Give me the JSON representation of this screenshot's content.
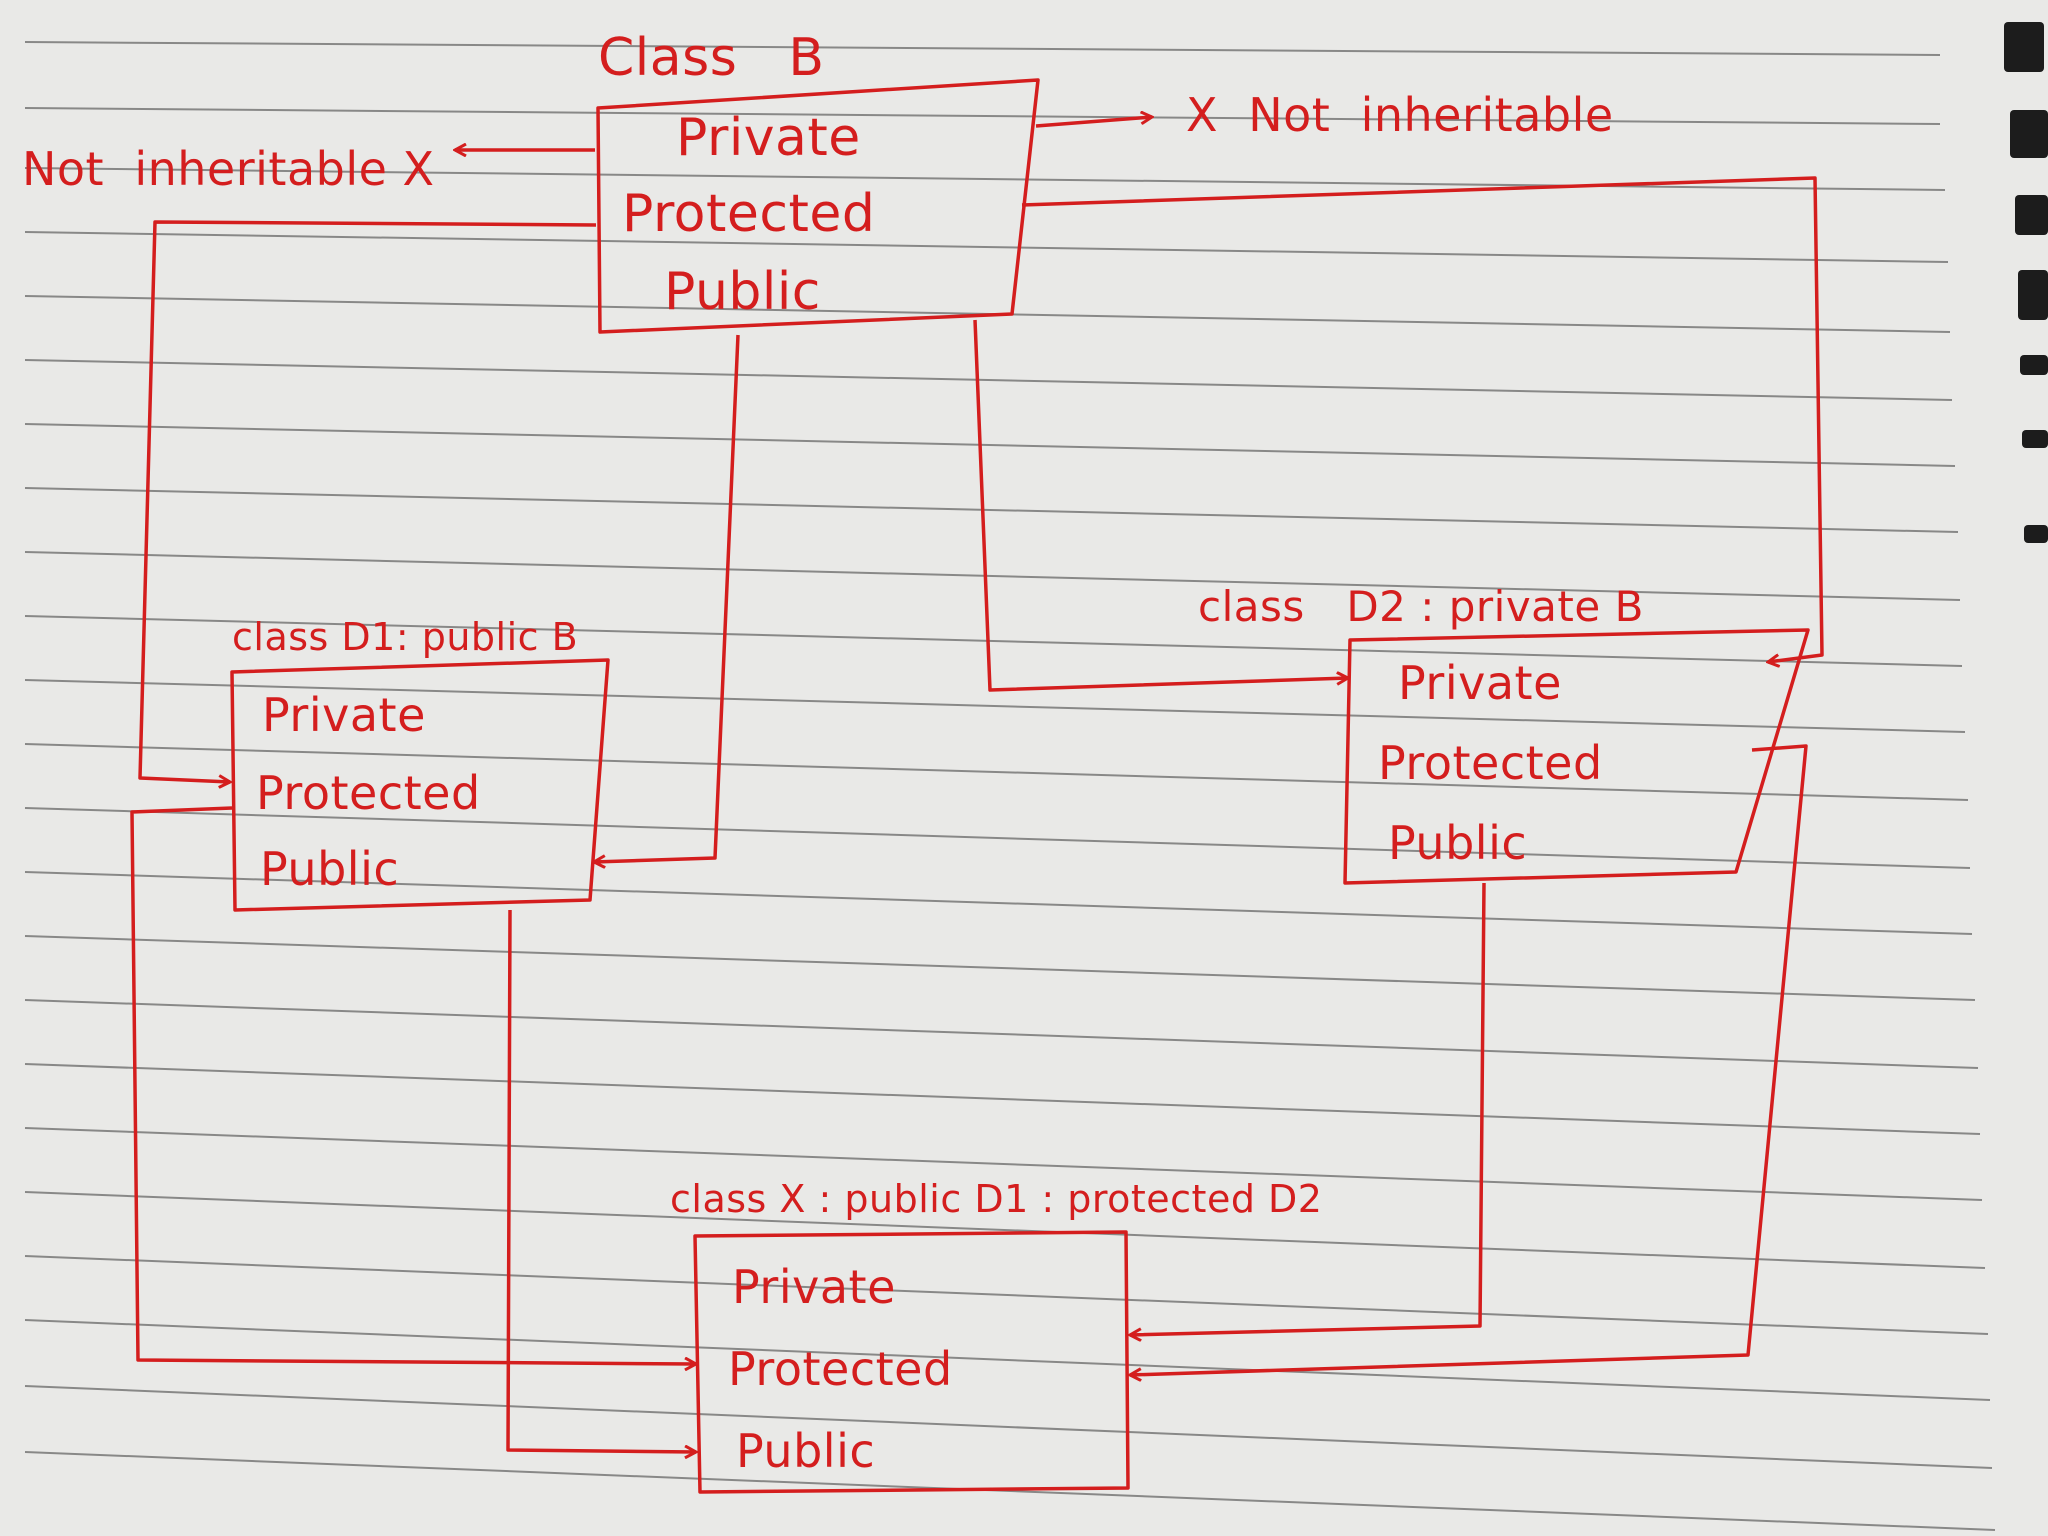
{
  "classB": {
    "title": "Class   B",
    "members": [
      "Private",
      "Protected",
      "Public"
    ]
  },
  "classD1": {
    "title": "class D1: public B",
    "members": [
      "Private",
      "Protected",
      "Public"
    ]
  },
  "classD2": {
    "title": "class   D2 : private B",
    "members": [
      "Private",
      "Protected",
      "Public"
    ]
  },
  "classX": {
    "title": "class X : public D1 : protected D2",
    "members": [
      "Private",
      "Protected",
      "Public"
    ]
  },
  "notes": {
    "left": "Not  inheritable X",
    "right": "X  Not  inheritable"
  },
  "colors": {
    "ink": "#d41e1e",
    "paper": "#e9e9e7",
    "ruling": "#3a3a3a"
  }
}
